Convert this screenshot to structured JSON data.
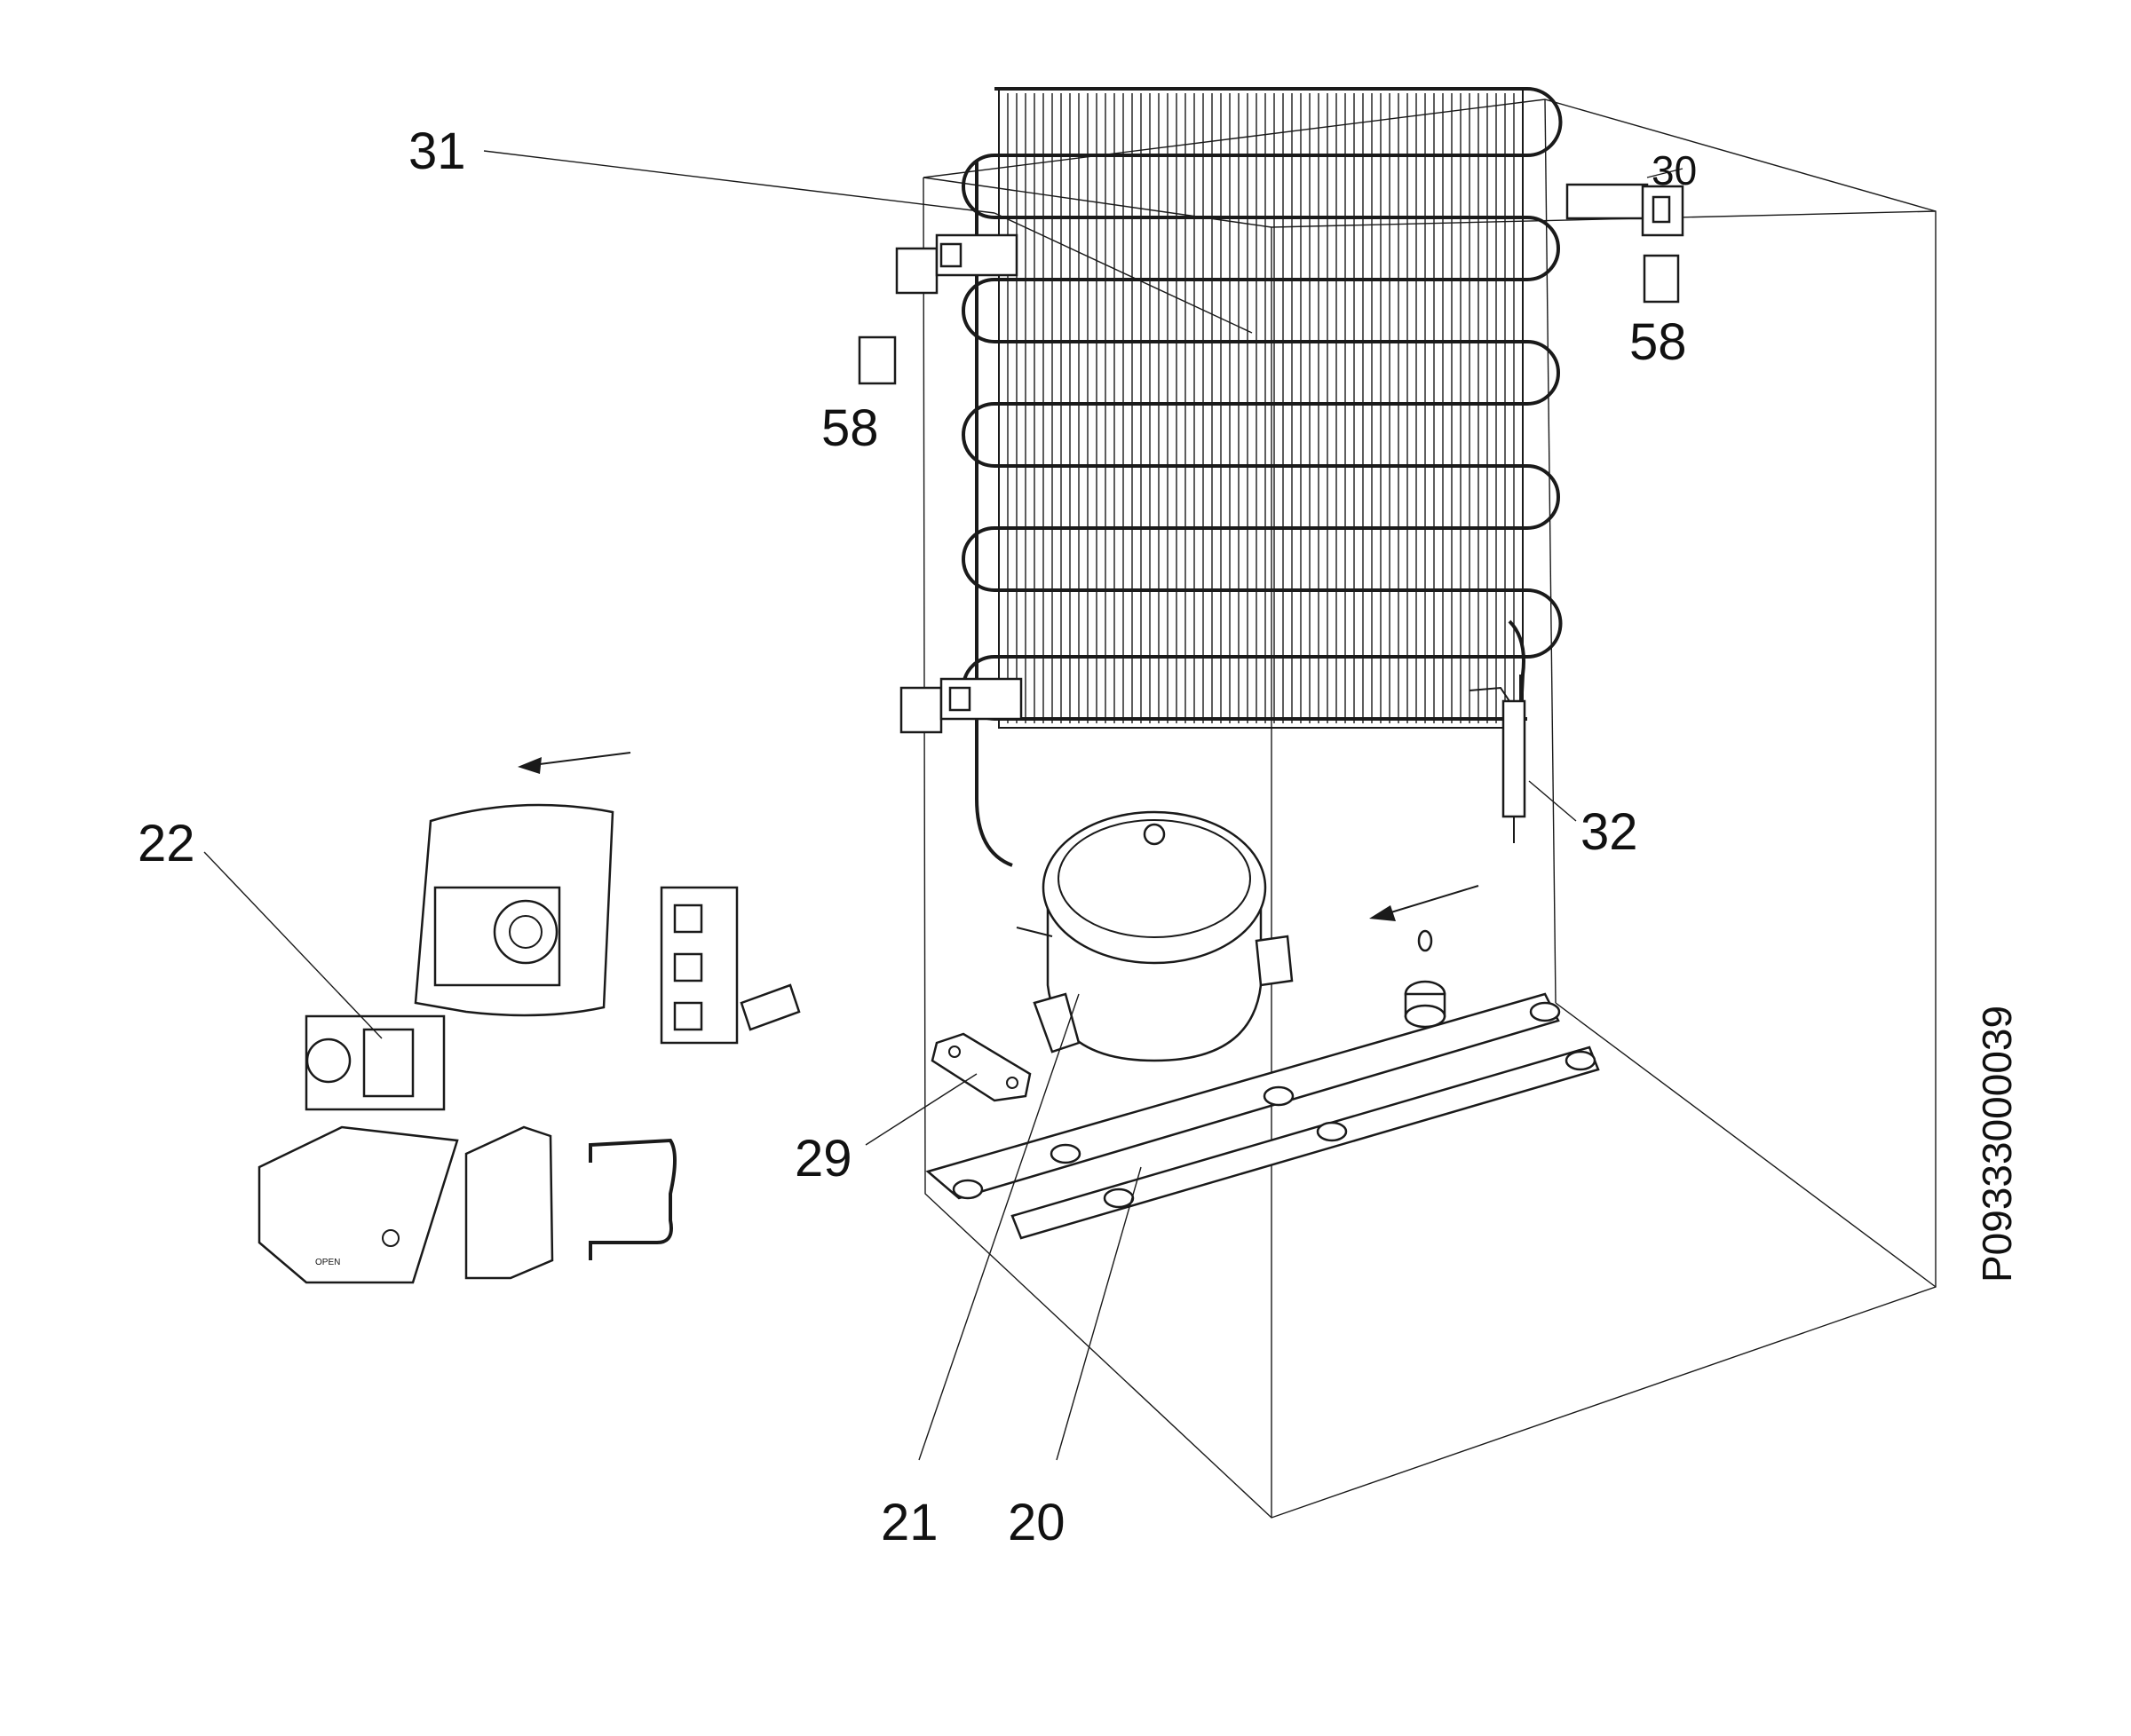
{
  "drawing_code": "P09333000039",
  "callouts": [
    {
      "id": "31",
      "text": "31"
    },
    {
      "id": "30",
      "text": "30"
    },
    {
      "id": "58a",
      "text": "58"
    },
    {
      "id": "58b",
      "text": "58"
    },
    {
      "id": "22",
      "text": "22"
    },
    {
      "id": "32",
      "text": "32"
    },
    {
      "id": "29",
      "text": "29"
    },
    {
      "id": "21",
      "text": "21"
    },
    {
      "id": "20",
      "text": "20"
    }
  ],
  "cover_text": "OPEN"
}
